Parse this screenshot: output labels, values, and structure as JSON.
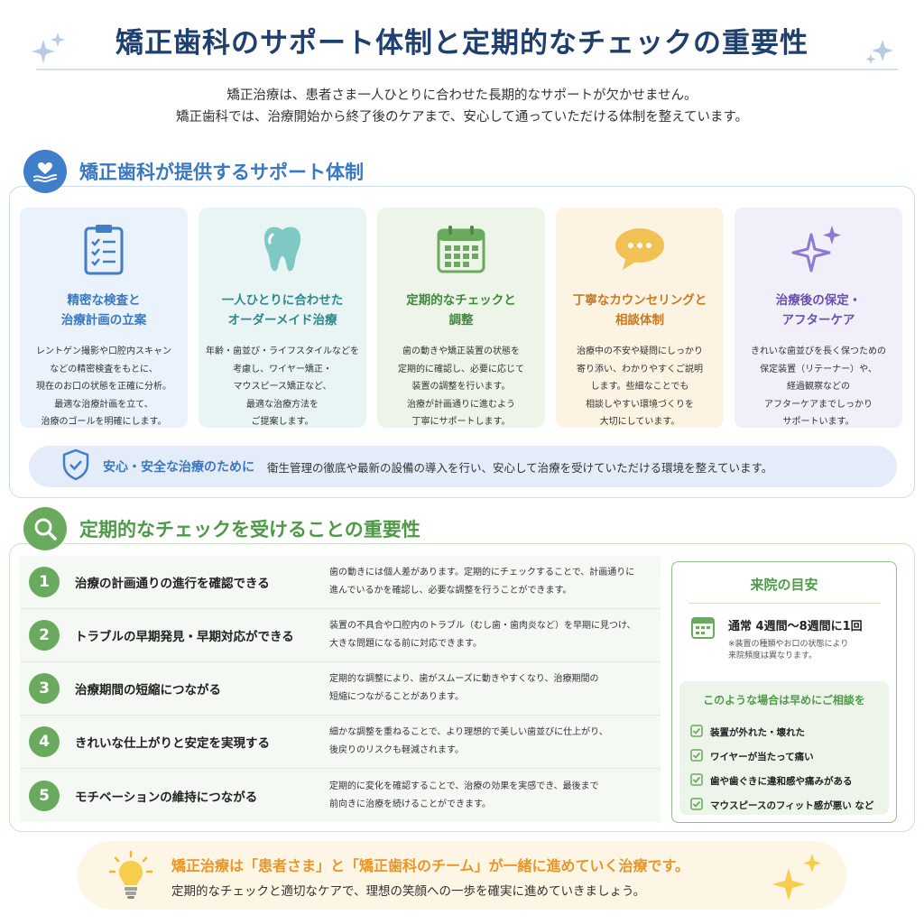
{
  "header": {
    "title": "矯正歯科のサポート体制と定期的なチェックの重要性",
    "intro_line1": "矯正治療は、患者さま一人ひとりに合わせた長期的なサポートが欠かせません。",
    "intro_line2": "矯正歯科では、治療開始から終了後のケアまで、安心して通っていただける体制を整えています。"
  },
  "support": {
    "title": "矯正歯科が提供するサポート体制",
    "cards": [
      {
        "icon": "clipboard-checklist-icon",
        "title1": "精密な検査と",
        "title2": "治療計画の立案",
        "color": "#3a78c2",
        "bg": "#eaf2fb",
        "desc": [
          "レントゲン撮影や口腔内スキャン",
          "などの精密検査をもとに、",
          "現在のお口の状態を正確に分析。",
          "最適な治療計画を立て、",
          "治療のゴールを明確にします。"
        ]
      },
      {
        "icon": "tooth-icon",
        "title1": "一人ひとりに合わせた",
        "title2": "オーダーメイド治療",
        "color": "#2e8a8a",
        "bg": "#e8f5f4",
        "desc": [
          "年齢・歯並び・ライフスタイルなどを",
          "考慮し、ワイヤー矯正・",
          "マウスピース矯正など、",
          "最適な治療方法を",
          "ご提案します。"
        ]
      },
      {
        "icon": "calendar-icon",
        "title1": "定期的なチェックと",
        "title2": "調整",
        "color": "#3f8a3a",
        "bg": "#edf5e9",
        "desc": [
          "歯の動きや矯正装置の状態を",
          "定期的に確認し、必要に応じて",
          "装置の調整を行います。",
          "治療が計画通りに進むよう",
          "丁寧にサポートします。"
        ]
      },
      {
        "icon": "speech-bubble-icon",
        "title1": "丁寧なカウンセリングと",
        "title2": "相談体制",
        "color": "#c77a1f",
        "bg": "#fdf3e2",
        "desc": [
          "治療中の不安や疑問にしっかり",
          "寄り添い、わかりやすくご説明",
          "します。些細なことでも",
          "相談しやすい環境づくりを",
          "大切にしています。"
        ]
      },
      {
        "icon": "sparkle-icon",
        "title1": "治療後の保定・",
        "title2": "アフターケア",
        "color": "#6a4fb0",
        "bg": "#f1eff9",
        "desc": [
          "きれいな歯並びを長く保つための",
          "保定装置（リテーナー）や、",
          "経過観察などの",
          "アフターケアまでしっかり",
          "サポートいます。"
        ]
      }
    ],
    "safety_title": "安心・安全な治療のために",
    "safety_text": "衛生管理の徹底や最新の設備の導入を行い、安心して治療を受けていただける環境を整えています。"
  },
  "importance": {
    "title": "定期的なチェックを受けることの重要性",
    "items": [
      {
        "num": "1",
        "title": "治療の計画通りの進行を確認できる",
        "desc1": "歯の動きには個人差があります。定期的にチェックすることで、計画通りに",
        "desc2": "進んでいるかを確認し、必要な調整を行うことができます。"
      },
      {
        "num": "2",
        "title": "トラブルの早期発見・早期対応ができる",
        "desc1": "装置の不具合や口腔内のトラブル（むし歯・歯肉炎など）を早期に見つけ、",
        "desc2": "大きな問題になる前に対応できます。"
      },
      {
        "num": "3",
        "title": "治療期間の短縮につながる",
        "desc1": "定期的な調整により、歯がスムーズに動きやすくなり、治療期間の",
        "desc2": "短縮につながることがあります。"
      },
      {
        "num": "4",
        "title": "きれいな仕上がりと安定を実現する",
        "desc1": "細かな調整を重ねることで、より理想的で美しい歯並びに仕上がり、",
        "desc2": "後戻りのリスクも軽減されます。"
      },
      {
        "num": "5",
        "title": "モチベーションの維持につながる",
        "desc1": "定期的に変化を確認することで、治療の効果を実感でき、最後まで",
        "desc2": "前向きに治療を続けることができます。"
      }
    ],
    "visit": {
      "title": "来院の目安",
      "frequency": "通常 4週間〜8週間に1回",
      "note1": "※装置の種類やお口の状態により",
      "note2": "来院頻度は異なります。",
      "consult_title": "このような場合は早めにご相談を",
      "consult_items": [
        "装置が外れた・壊れた",
        "ワイヤーが当たって痛い",
        "歯や歯ぐきに違和感や痛みがある",
        "マウスピースのフィット感が悪い など"
      ]
    }
  },
  "footer": {
    "title": "矯正治療は「患者さま」と「矯正歯科のチーム」が一緒に進めていく治療です。",
    "text": "定期的なチェックと適切なケアで、理想の笑顔への一歩を確実に進めていきましょう。"
  }
}
